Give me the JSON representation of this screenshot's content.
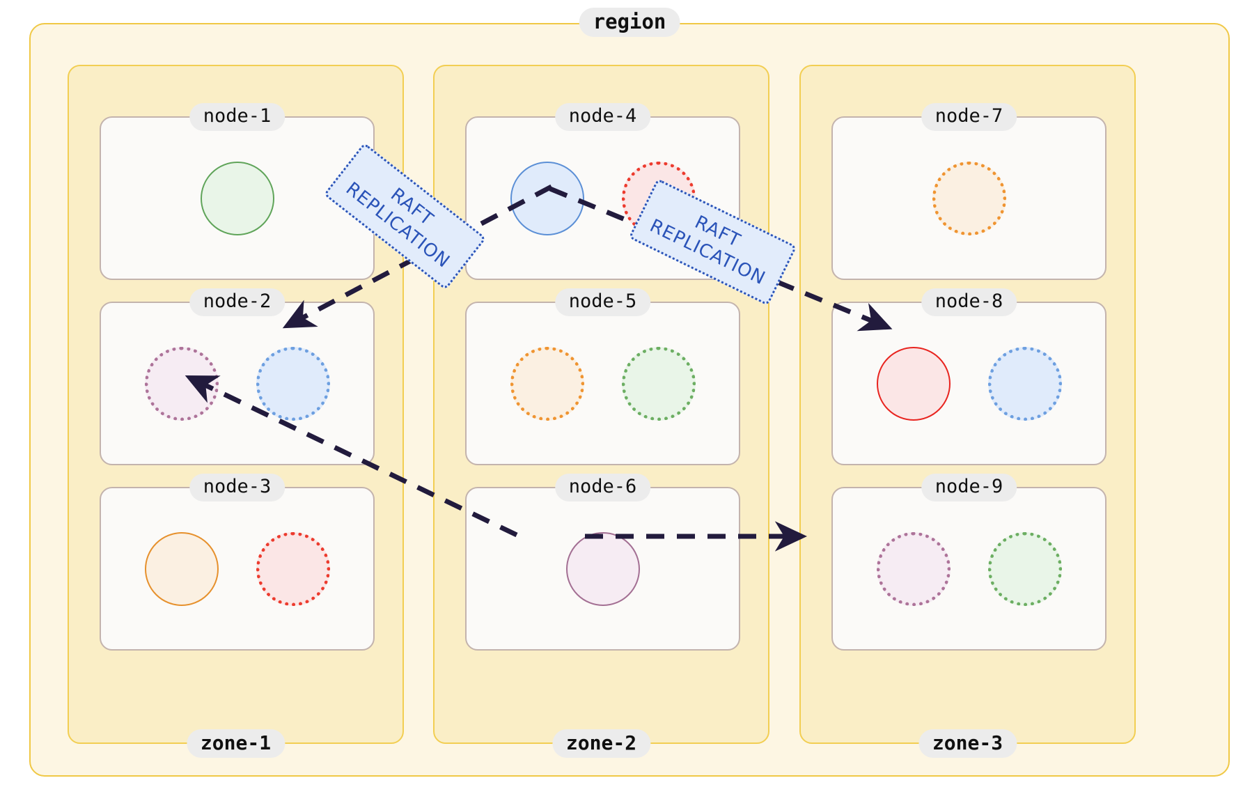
{
  "diagram": {
    "title": "region",
    "type": "distributed-cluster-topology",
    "region_label": "region",
    "zones": [
      {
        "id": "zone-1",
        "label": "zone-1",
        "nodes": [
          {
            "id": "node-1",
            "label": "node-1",
            "shards": [
              {
                "color": "green",
                "style": "solid",
                "role": "leader"
              }
            ]
          },
          {
            "id": "node-2",
            "label": "node-2",
            "shards": [
              {
                "color": "purple",
                "style": "dotted",
                "role": "replica"
              },
              {
                "color": "blue",
                "style": "dotted",
                "role": "replica"
              }
            ]
          },
          {
            "id": "node-3",
            "label": "node-3",
            "shards": [
              {
                "color": "orange",
                "style": "solid",
                "role": "leader"
              },
              {
                "color": "red",
                "style": "dotted",
                "role": "replica"
              }
            ]
          }
        ]
      },
      {
        "id": "zone-2",
        "label": "zone-2",
        "nodes": [
          {
            "id": "node-4",
            "label": "node-4",
            "shards": [
              {
                "color": "blue",
                "style": "solid",
                "role": "leader"
              },
              {
                "color": "red",
                "style": "dotted",
                "role": "replica"
              }
            ]
          },
          {
            "id": "node-5",
            "label": "node-5",
            "shards": [
              {
                "color": "orange",
                "style": "dotted",
                "role": "replica"
              },
              {
                "color": "green",
                "style": "dotted",
                "role": "replica"
              }
            ]
          },
          {
            "id": "node-6",
            "label": "node-6",
            "shards": [
              {
                "color": "purple",
                "style": "solid",
                "role": "leader"
              }
            ]
          }
        ]
      },
      {
        "id": "zone-3",
        "label": "zone-3",
        "nodes": [
          {
            "id": "node-7",
            "label": "node-7",
            "shards": [
              {
                "color": "orange",
                "style": "dotted",
                "role": "replica"
              }
            ]
          },
          {
            "id": "node-8",
            "label": "node-8",
            "shards": [
              {
                "color": "red",
                "style": "solid",
                "role": "leader"
              },
              {
                "color": "blue",
                "style": "dotted",
                "role": "replica"
              }
            ]
          },
          {
            "id": "node-9",
            "label": "node-9",
            "shards": [
              {
                "color": "purple",
                "style": "dotted",
                "role": "replica"
              },
              {
                "color": "green",
                "style": "dotted",
                "role": "replica"
              }
            ]
          }
        ]
      }
    ],
    "edges": [
      {
        "id": "edge-node4-node2",
        "from": "node-4",
        "to": "node-2",
        "label": "RAFT\nREPLICATION",
        "line_1": "RAFT",
        "line_2": "REPLICATION",
        "style": "dashed",
        "direction": "one-way"
      },
      {
        "id": "edge-node4-node8",
        "from": "node-4",
        "to": "node-8",
        "label": "RAFT\nREPLICATION",
        "line_1": "RAFT",
        "line_2": "REPLICATION",
        "style": "dashed",
        "direction": "one-way"
      },
      {
        "id": "edge-node6-node2",
        "from": "node-6",
        "to": "node-2",
        "label": "",
        "style": "dashed",
        "direction": "one-way"
      },
      {
        "id": "edge-node6-node9",
        "from": "node-6",
        "to": "node-9",
        "label": "",
        "style": "dashed",
        "direction": "one-way"
      }
    ],
    "colors": {
      "region_background": "#fdf6e3",
      "region_border": "#f0c845",
      "zone_background": "#faeec6",
      "zone_border": "#f2ce52",
      "node_background": "#fbfaf8",
      "node_border": "#c3b3ad",
      "pill_background": "#ececec",
      "edge_line": "#221b3d",
      "raft_label_background": "#e2ecfb",
      "raft_label_border": "#2a53b8",
      "raft_label_text": "#2a53b8",
      "shard_green": "#5fa459",
      "shard_blue": "#5b8fd6",
      "shard_red": "#e8241f",
      "shard_orange": "#e6902c",
      "shard_purple": "#a36f93"
    }
  }
}
